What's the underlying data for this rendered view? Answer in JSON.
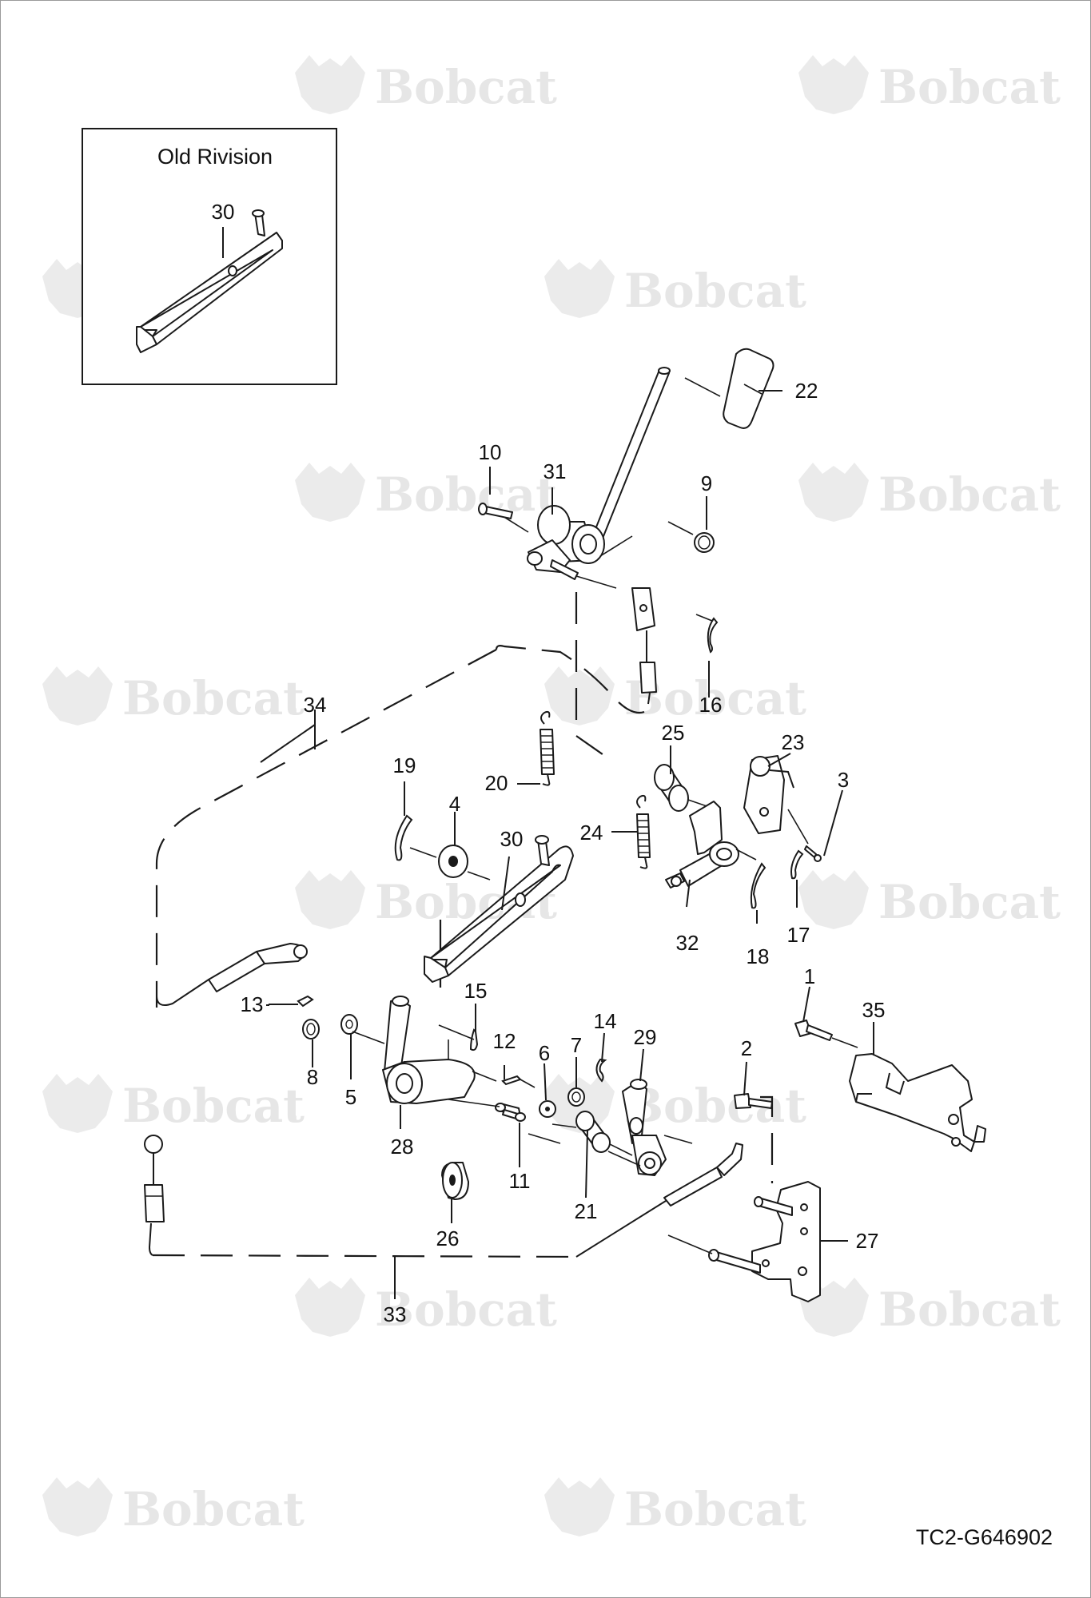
{
  "watermark": {
    "brand": "Bobcat",
    "registered_mark": "®"
  },
  "inset": {
    "title": "Old Rivision",
    "label": "30"
  },
  "drawing_number": "TC2-G646902",
  "callouts": [
    {
      "id": "c1",
      "text": "1"
    },
    {
      "id": "c2",
      "text": "2"
    },
    {
      "id": "c3",
      "text": "3"
    },
    {
      "id": "c4",
      "text": "4"
    },
    {
      "id": "c5",
      "text": "5"
    },
    {
      "id": "c6",
      "text": "6"
    },
    {
      "id": "c7",
      "text": "7"
    },
    {
      "id": "c8",
      "text": "8"
    },
    {
      "id": "c9",
      "text": "9"
    },
    {
      "id": "c10",
      "text": "10"
    },
    {
      "id": "c11",
      "text": "11"
    },
    {
      "id": "c12",
      "text": "12"
    },
    {
      "id": "c13",
      "text": "13"
    },
    {
      "id": "c14",
      "text": "14"
    },
    {
      "id": "c15",
      "text": "15"
    },
    {
      "id": "c16",
      "text": "16"
    },
    {
      "id": "c17",
      "text": "17"
    },
    {
      "id": "c18",
      "text": "18"
    },
    {
      "id": "c19",
      "text": "19"
    },
    {
      "id": "c20",
      "text": "20"
    },
    {
      "id": "c21",
      "text": "21"
    },
    {
      "id": "c22",
      "text": "22"
    },
    {
      "id": "c23",
      "text": "23"
    },
    {
      "id": "c24",
      "text": "24"
    },
    {
      "id": "c25",
      "text": "25"
    },
    {
      "id": "c26",
      "text": "26"
    },
    {
      "id": "c27",
      "text": "27"
    },
    {
      "id": "c28",
      "text": "28"
    },
    {
      "id": "c29",
      "text": "29"
    },
    {
      "id": "c30",
      "text": "30"
    },
    {
      "id": "c31",
      "text": "31"
    },
    {
      "id": "c32",
      "text": "32"
    },
    {
      "id": "c33",
      "text": "33"
    },
    {
      "id": "c34",
      "text": "34"
    },
    {
      "id": "c35",
      "text": "35"
    }
  ]
}
